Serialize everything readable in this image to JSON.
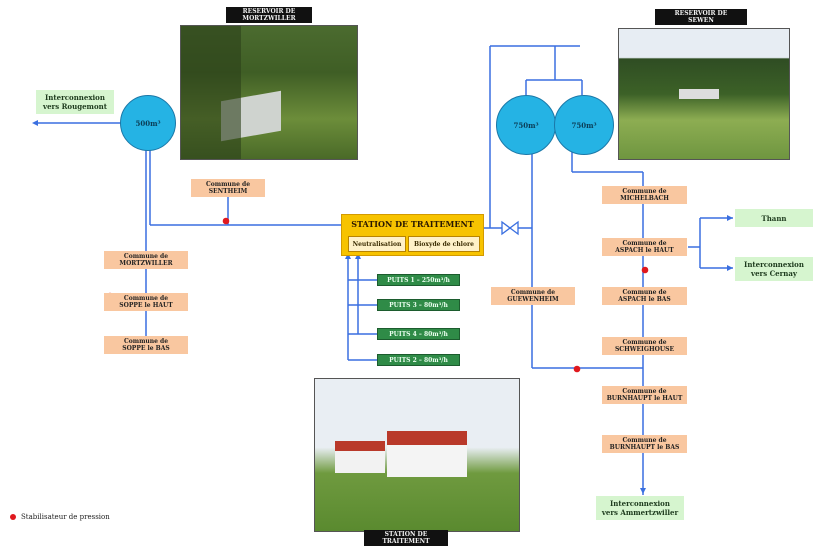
{
  "tanks": {
    "left": "500m³",
    "right_a": "750m³",
    "right_b": "750m³"
  },
  "photos": {
    "reservoir": "RESERVOIR DE\nMORTZWILLER",
    "top_right": "RESERVOIR DE\nSEWEN",
    "station": "STATION DE\nTRAITEMENT"
  },
  "station": {
    "title": "STATION DE TRAITEMENT",
    "sub1": "Neutralisation",
    "sub2": "Bioxyde de chlore"
  },
  "puits": [
    "PUITS 1 – 250m³/h",
    "PUITS 3 – 80m³/h",
    "PUITS 4 – 80m³/h",
    "PUITS 2 – 80m³/h"
  ],
  "communes_left": {
    "sentheim": "Commune de\nSENTHEIM",
    "mortzwiller": "Commune de\nMORTZWILLER",
    "soppe_haut": "Commune de\nSOPPE le HAUT",
    "soppe_bas": "Commune de\nSOPPE le BAS",
    "guewenheim": "Commune de\nGUEWENHEIM"
  },
  "communes_right": {
    "michelbach": "Commune de\nMICHELBACH",
    "aspach_haut": "Commune de\nASPACH le HAUT",
    "aspach_bas": "Commune de\nASPACH le BAS",
    "schweighouse": "Commune de\nSCHWEIGHOUSE",
    "burnhaupt_haut": "Commune de\nBURNHAUPT le HAUT",
    "burnhaupt_bas": "Commune de\nBURNHAUPT le BAS"
  },
  "interconnections": {
    "rougemont": "Interconnexion\nvers Rougemont",
    "thann": "Thann",
    "cernay": "Interconnexion\nvers Cernay",
    "ammertzwiller": "Interconnexion\nvers Ammertzwiller"
  },
  "legend": {
    "label": "Stabilisateur de pression"
  },
  "colors": {
    "pipe": "#3a6fe0",
    "tank": "#25b3e4",
    "commune": "#f9c7a0",
    "station": "#f7c300",
    "puits": "#2f8b47",
    "marker": "#e0181e"
  }
}
